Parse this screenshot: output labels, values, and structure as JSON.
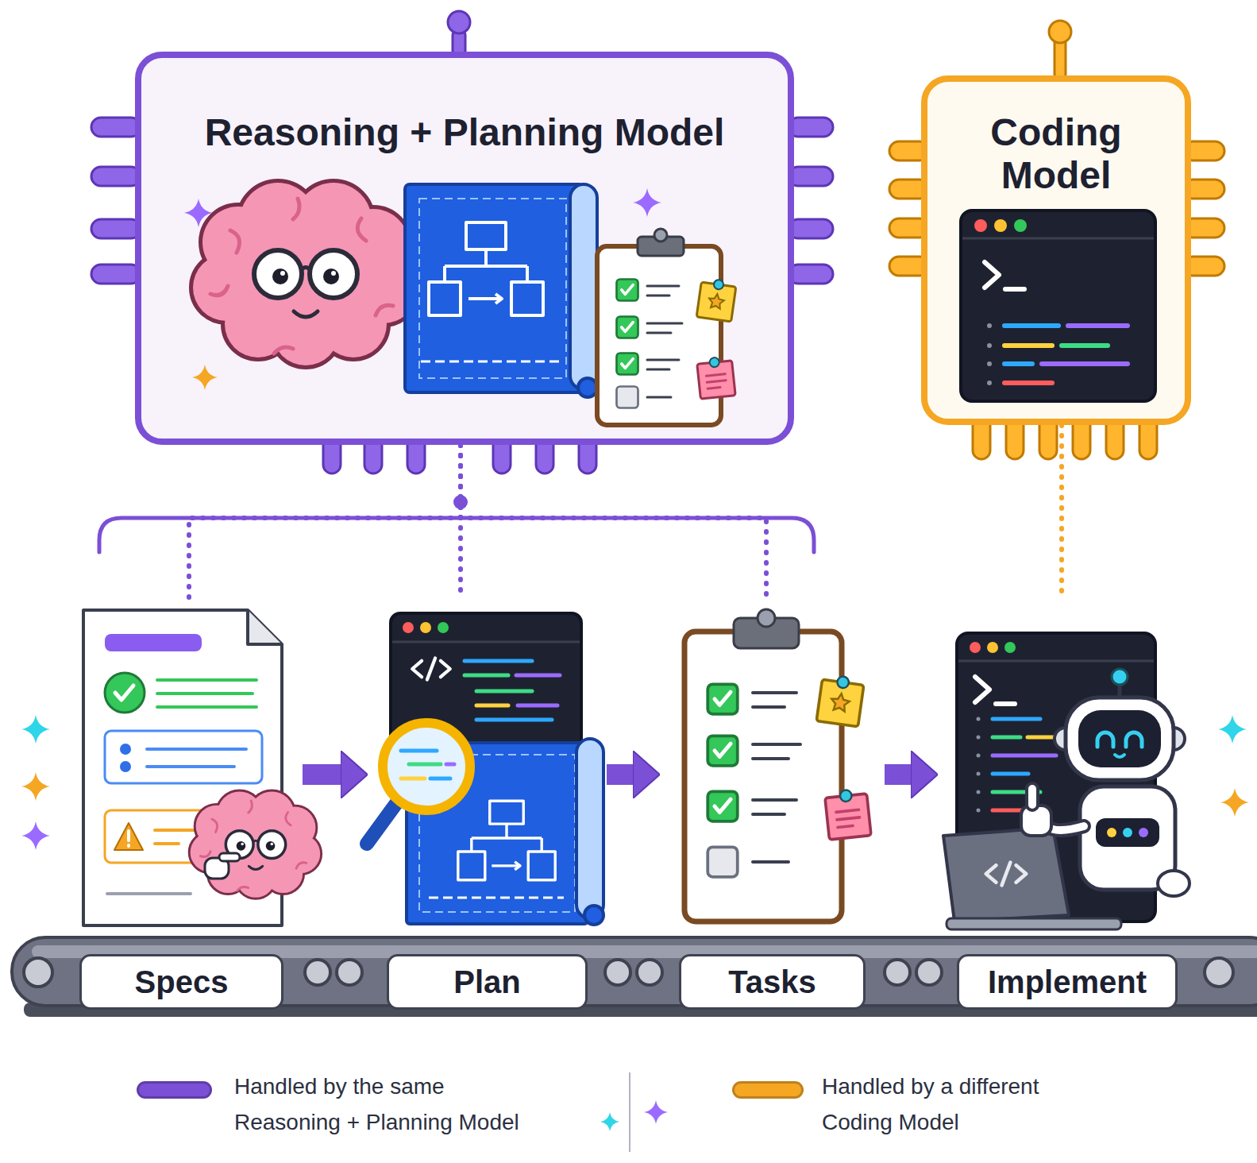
{
  "diagram": {
    "nodes": [
      {
        "text": [
          "Reasoning + Planning Model"
        ]
      },
      {
        "text": [
          "Coding Model"
        ]
      },
      {
        "text": [
          "Specs"
        ]
      },
      {
        "text": [
          "Plan"
        ]
      },
      {
        "text": [
          "Tasks"
        ]
      },
      {
        "text": [
          "Implement"
        ]
      }
    ],
    "edges": [
      {
        "from": 0,
        "to": 2,
        "arrow": "none"
      },
      {
        "from": 0,
        "to": 3,
        "arrow": "none"
      },
      {
        "from": 0,
        "to": 4,
        "arrow": "none"
      },
      {
        "from": 1,
        "to": 5,
        "arrow": "none"
      },
      {
        "from": 2,
        "to": 3,
        "arrow": "to"
      },
      {
        "from": 3,
        "to": 4,
        "arrow": "to"
      },
      {
        "from": 4,
        "to": 5,
        "arrow": "to"
      }
    ],
    "legend": [
      {
        "text": "Handled by the same Reasoning + Planning Model",
        "color": "#7b4fd6"
      },
      {
        "text": "Handled by a different Coding Model",
        "color": "#f5a623"
      }
    ]
  }
}
